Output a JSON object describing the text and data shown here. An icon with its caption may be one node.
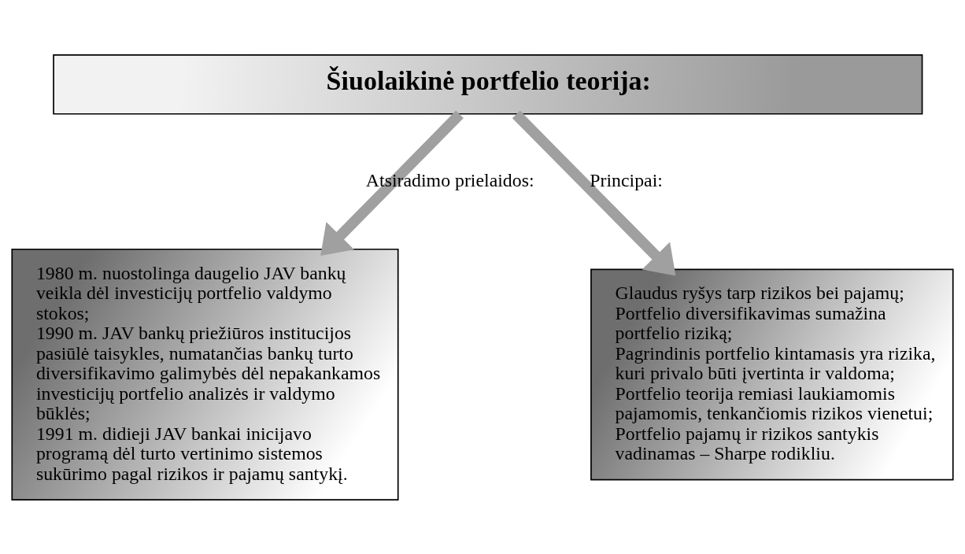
{
  "diagram": {
    "nodes": [
      {
        "text": [
          "Šiuolaikinė portfelio teorija:"
        ]
      },
      {
        "text": [
          "1980 m. nuostolinga daugelio JAV bankų veikla dėl investicijų portfelio valdymo stokos;",
          "1990 m. JAV bankų priežiūros institucijos pasiūlė taisykles, numatančias bankų turto diversifikavimo galimybės dėl nepakankamos investicijų portfelio analizės ir valdymo būklės;",
          "1991 m. didieji JAV bankai inicijavo programą dėl turto vertinimo sistemos sukūrimo pagal rizikos ir pajamų santykį."
        ]
      },
      {
        "text": [
          "Glaudus ryšys tarp rizikos bei pajamų;",
          "Portfelio diversifikavimas sumažina portfelio riziką;",
          "Pagrindinis portfelio kintamasis yra rizika, kuri privalo būti įvertinta ir valdoma;",
          "Portfelio teorija remiasi laukiamomis pajamomis, tenkančiomis rizikos vienetui;",
          "Portfelio pajamų ir rizikos santykis vadinamas – Sharpe rodikliu."
        ]
      }
    ],
    "edges": [
      {
        "from": 0,
        "to": 1,
        "arrow": "to",
        "label": "Atsiradimo prielaidos:"
      },
      {
        "from": 0,
        "to": 2,
        "arrow": "to",
        "label": "Principai:"
      }
    ]
  }
}
